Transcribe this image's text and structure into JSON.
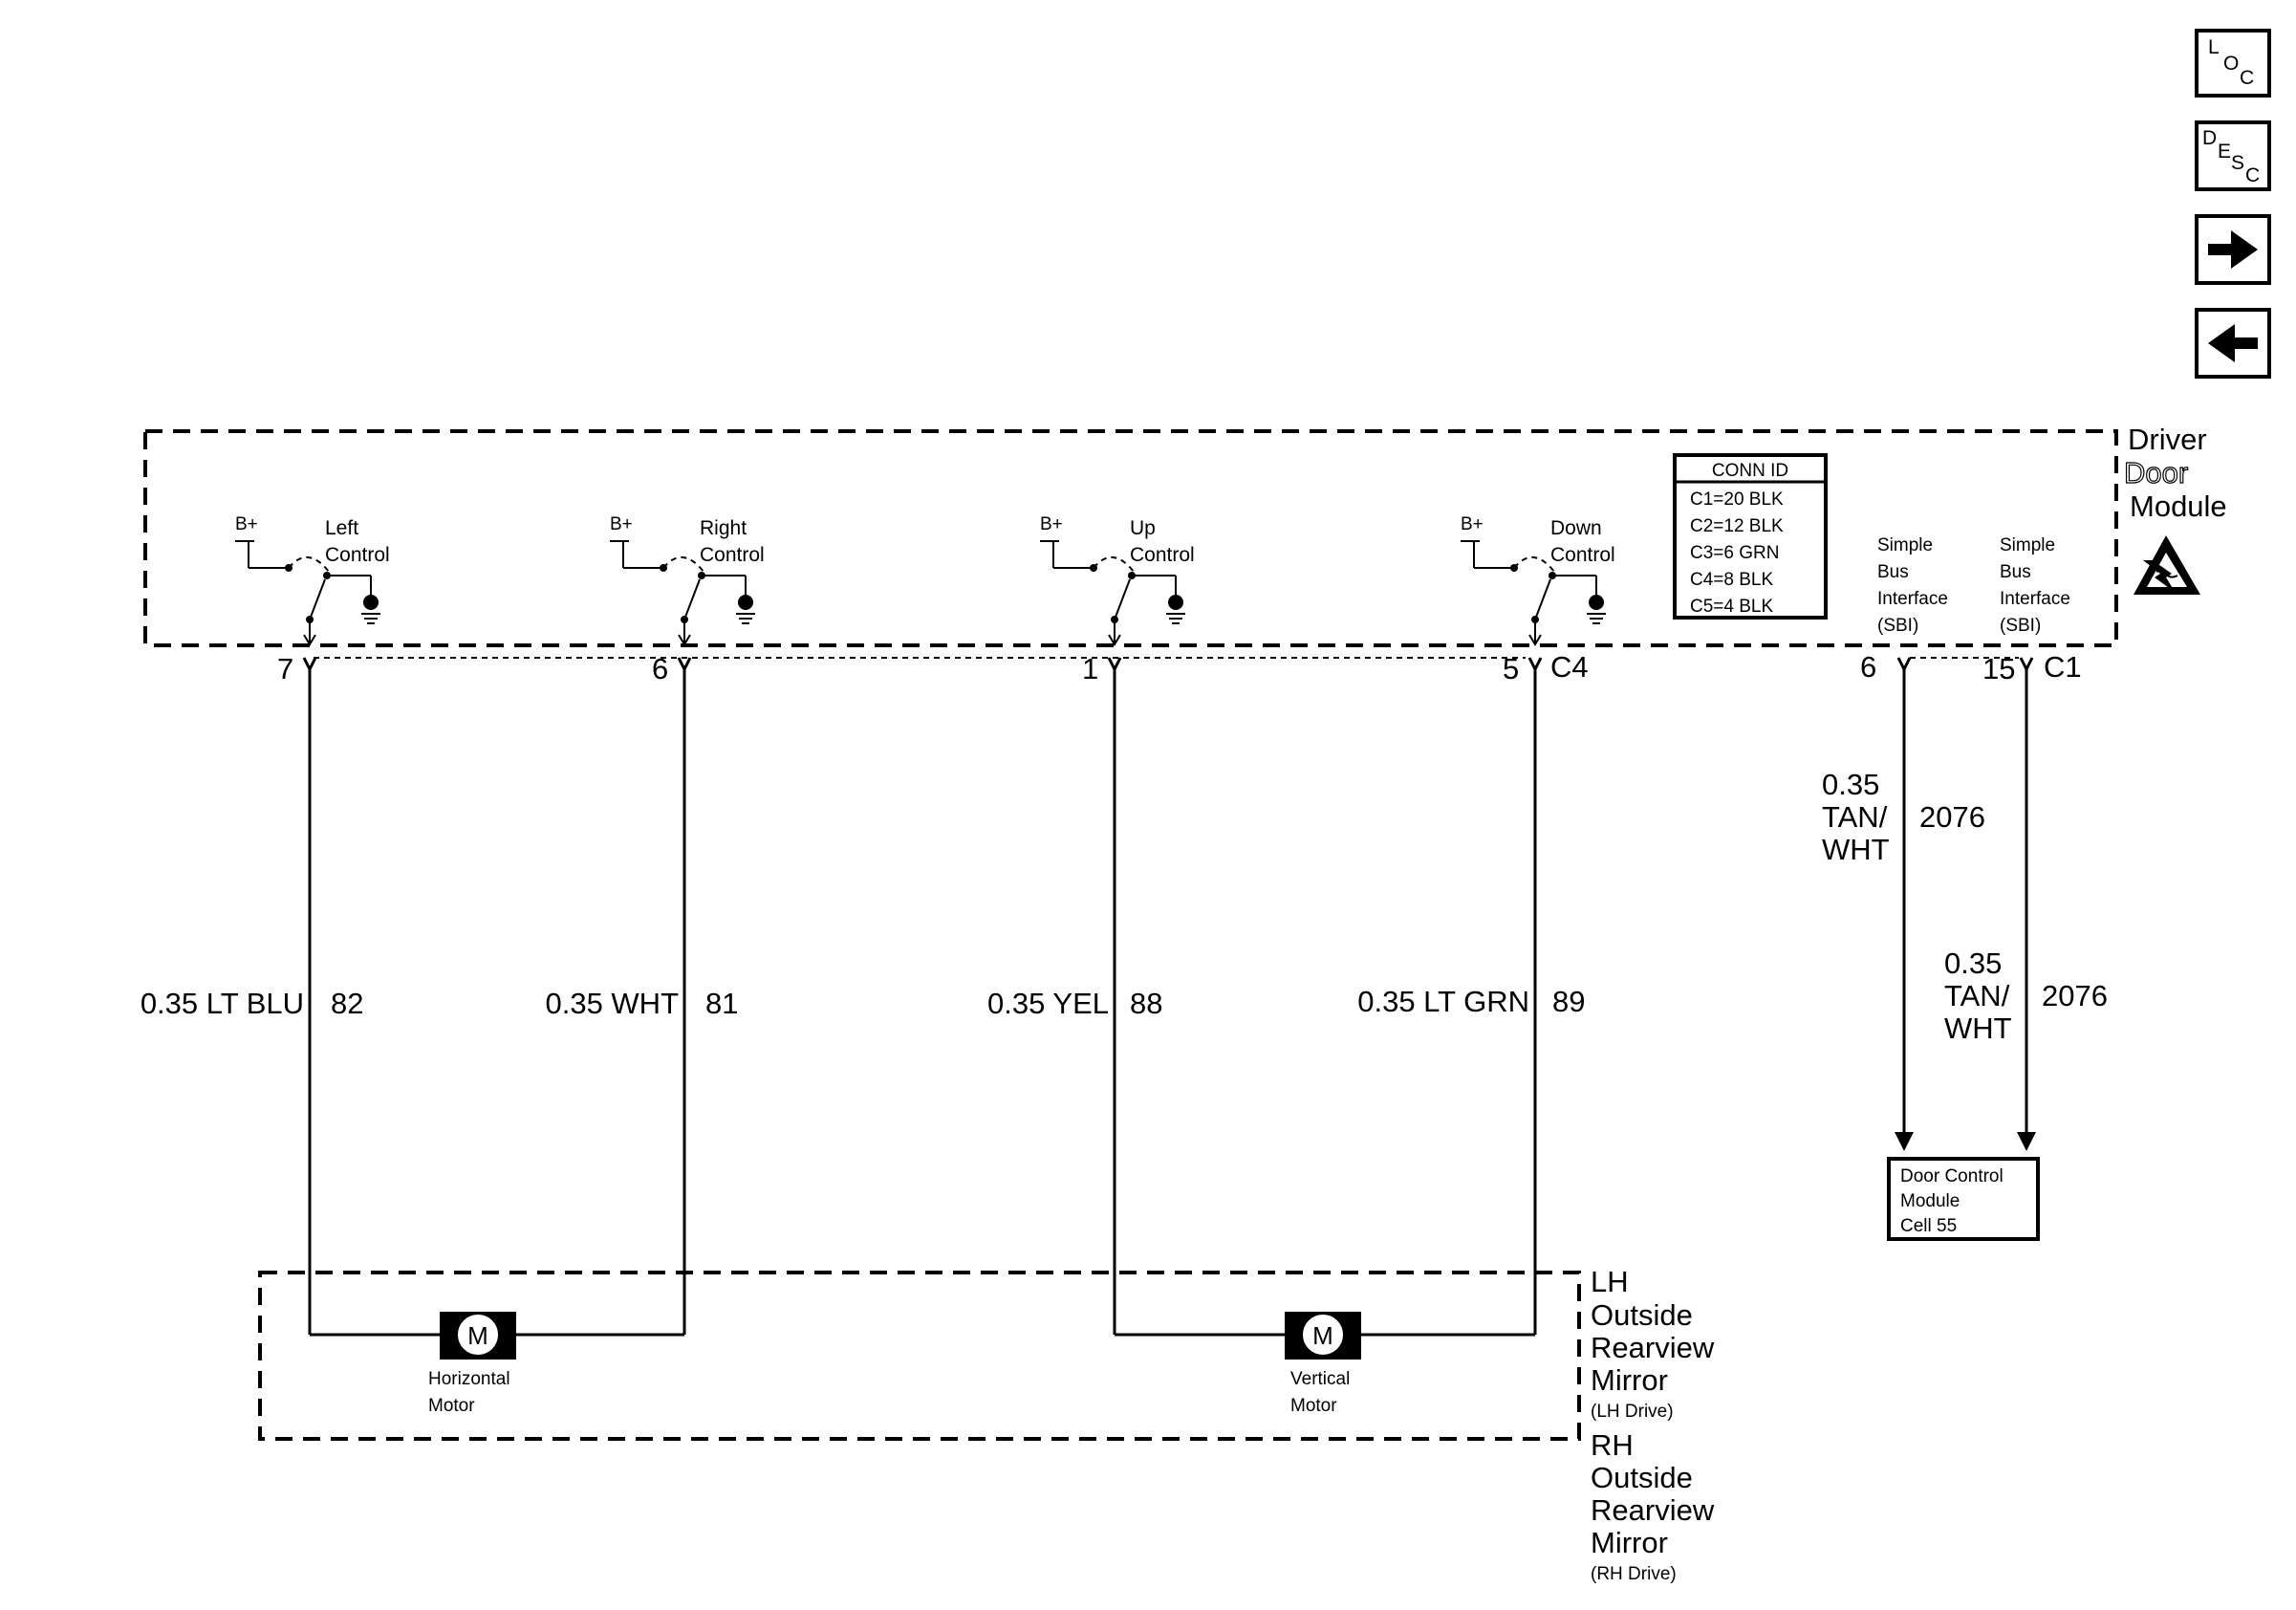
{
  "nav": {
    "loc": {
      "big": "L",
      "small": "O",
      "small2": "C"
    },
    "desc": {
      "big": "D",
      "small": "E",
      "small2": "S",
      "small3": "C"
    },
    "next_icon": "arrow-right-icon",
    "prev_icon": "arrow-left-icon"
  },
  "module": {
    "line1": "Driver",
    "line2": "Door",
    "line3": "Module",
    "icon": "esd-warning-icon"
  },
  "conn_id": {
    "title": "CONN ID",
    "items": [
      "C1=20 BLK",
      "C2=12 BLK",
      "C3=6 GRN",
      "C4=8 BLK",
      "C5=4 BLK"
    ]
  },
  "switches": [
    {
      "supply": "B+",
      "label1": "Left",
      "label2": "Control",
      "pin": "7",
      "wire": "0.35 LT BLU",
      "circuit": "82"
    },
    {
      "supply": "B+",
      "label1": "Right",
      "label2": "Control",
      "pin": "6",
      "wire": "0.35 WHT",
      "circuit": "81"
    },
    {
      "supply": "B+",
      "label1": "Up",
      "label2": "Control",
      "pin": "1",
      "wire": "0.35 YEL",
      "circuit": "88"
    },
    {
      "supply": "B+",
      "label1": "Down",
      "label2": "Control",
      "pin": "5",
      "wire": "0.35 LT GRN",
      "circuit": "89"
    }
  ],
  "connector_c4": "C4",
  "sbi": [
    {
      "l1": "Simple",
      "l2": "Bus",
      "l3": "Interface",
      "l4": "(SBI)",
      "pin": "6",
      "w1": "0.35",
      "w2": "TAN/",
      "w3": "WHT",
      "circuit": "2076"
    },
    {
      "l1": "Simple",
      "l2": "Bus",
      "l3": "Interface",
      "l4": "(SBI)",
      "pin": "15",
      "w1": "0.35",
      "w2": "TAN/",
      "w3": "WHT",
      "circuit": "2076"
    }
  ],
  "connector_c1": "C1",
  "dcm_box": {
    "l1": "Door Control",
    "l2": "Module",
    "l3": "Cell 55"
  },
  "motors": [
    {
      "symbol": "M",
      "l1": "Horizontal",
      "l2": "Motor"
    },
    {
      "symbol": "M",
      "l1": "Vertical",
      "l2": "Motor"
    }
  ],
  "mirror": {
    "lh": {
      "l1": "LH",
      "l2": "Outside",
      "l3": "Rearview",
      "l4": "Mirror",
      "l5": "(LH Drive)"
    },
    "rh": {
      "l1": "RH",
      "l2": "Outside",
      "l3": "Rearview",
      "l4": "Mirror",
      "l5": "(RH Drive)"
    }
  }
}
